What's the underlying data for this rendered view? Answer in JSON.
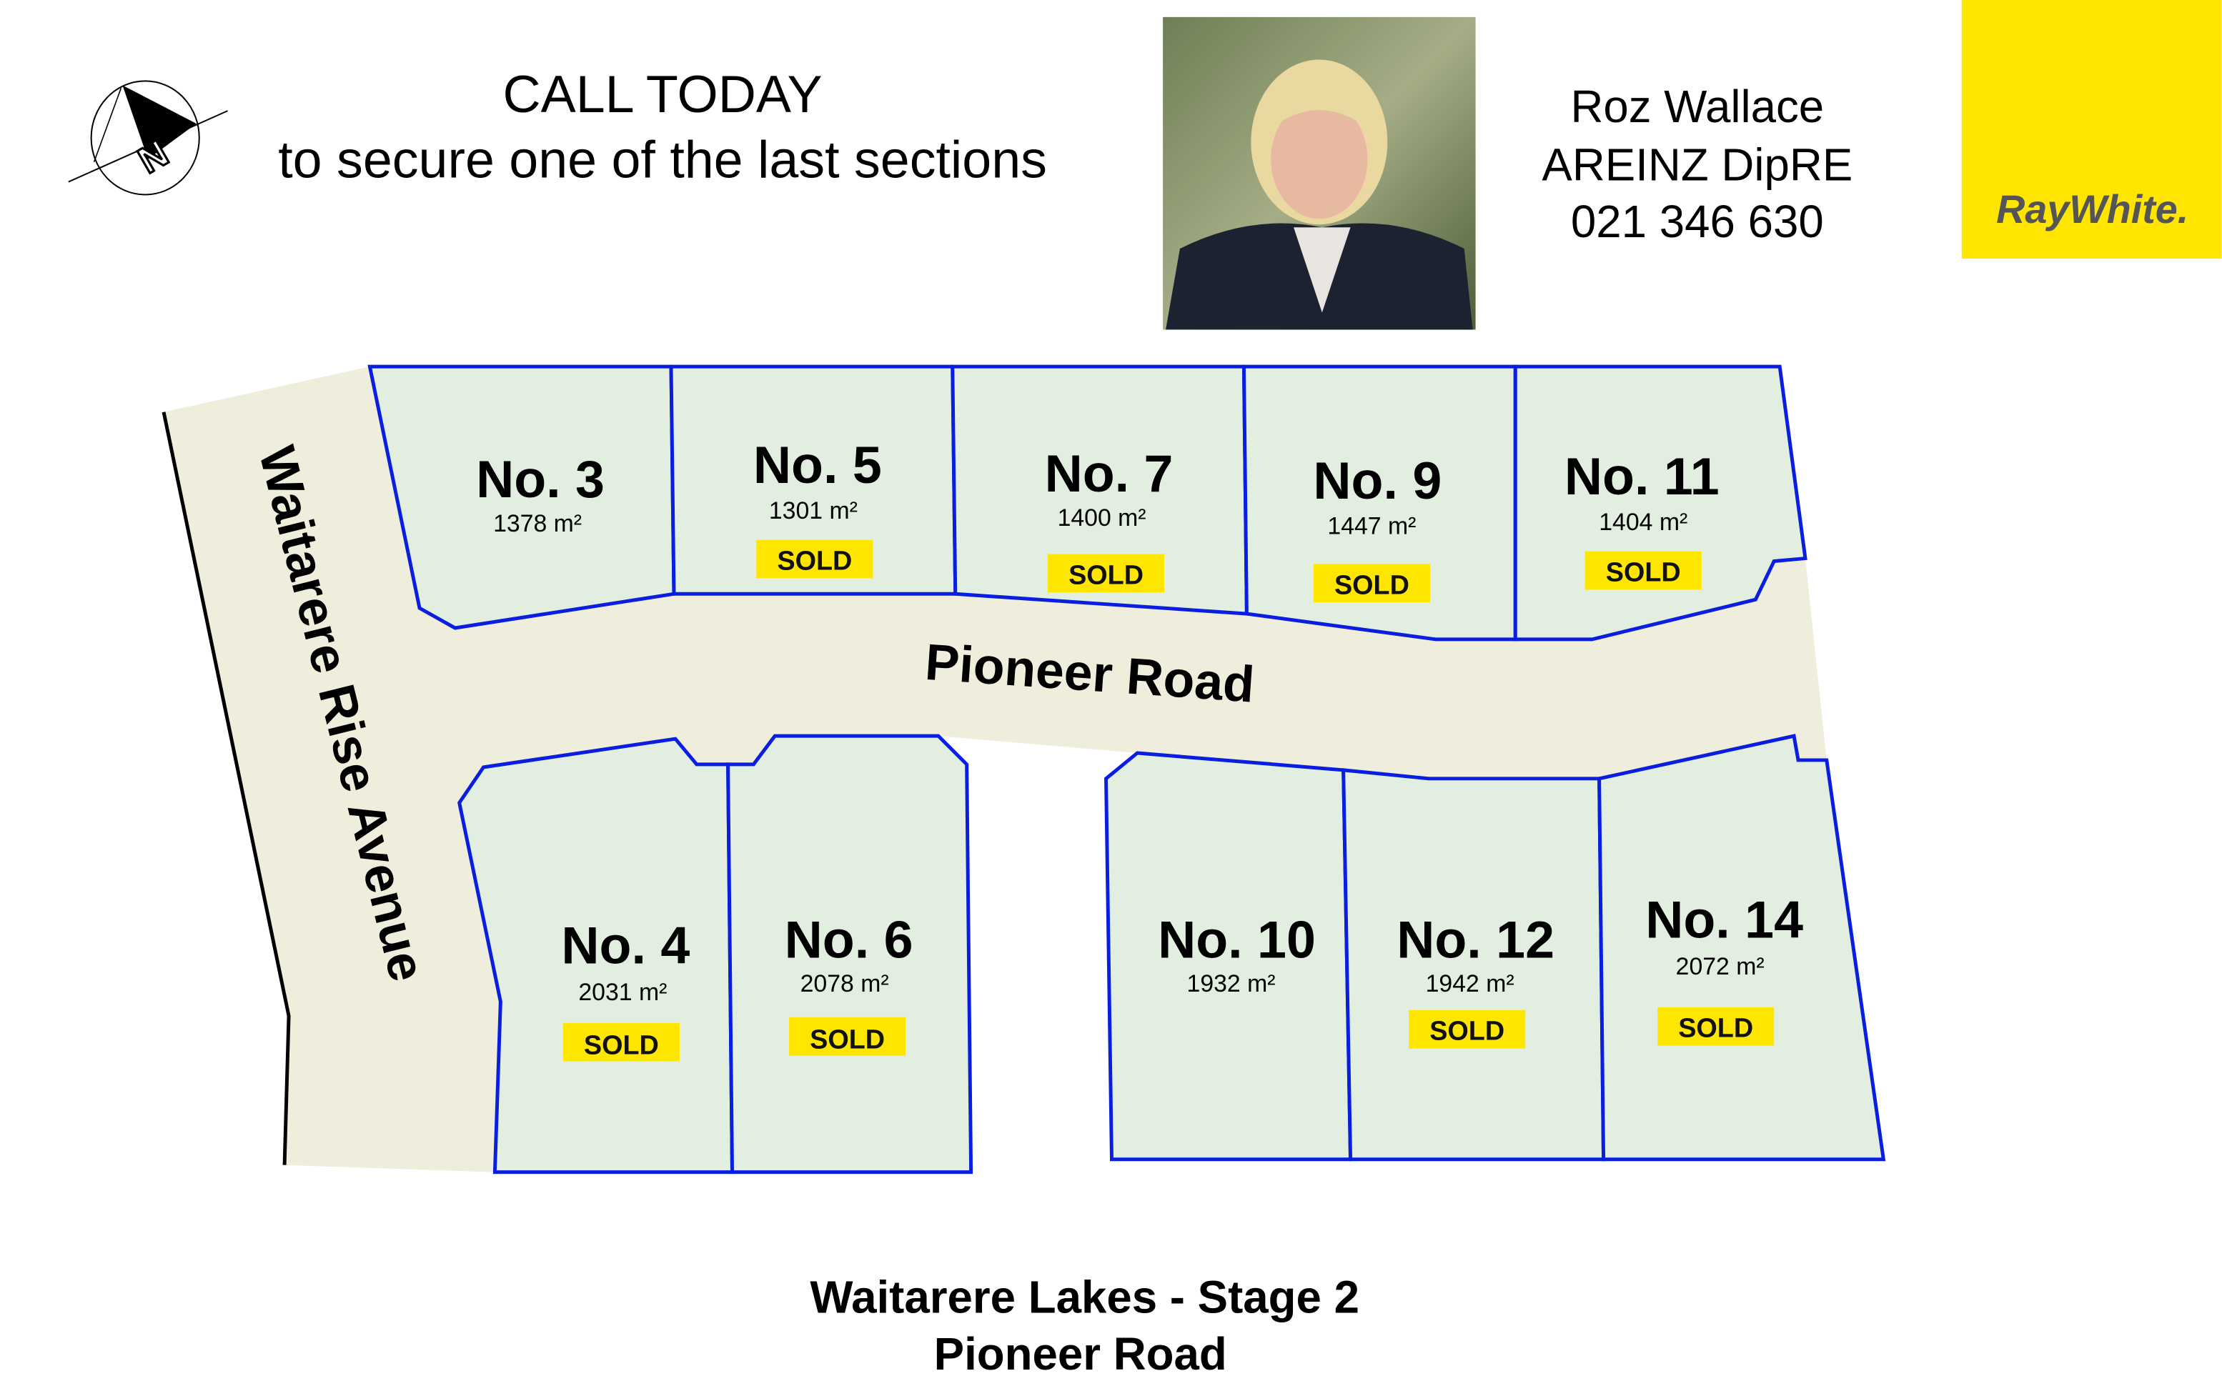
{
  "header": {
    "line1": "CALL TODAY",
    "line2": "to secure one of the last sections",
    "compass_label": "N"
  },
  "agent": {
    "name": "Roz Wallace",
    "credentials": "AREINZ  DipRE",
    "phone": "021 346 630"
  },
  "brand": {
    "logo_text": "RayWhite.",
    "color": "#ffe500"
  },
  "roads": {
    "pioneer": "Pioneer Road",
    "waitarere": "Waitarere Rise Avenue"
  },
  "lots": [
    {
      "label": "No. 3",
      "area": "1378 m²",
      "status": ""
    },
    {
      "label": "No. 5",
      "area": "1301 m²",
      "status": "SOLD"
    },
    {
      "label": "No. 7",
      "area": "1400 m²",
      "status": "SOLD"
    },
    {
      "label": "No. 9",
      "area": "1447 m²",
      "status": "SOLD"
    },
    {
      "label": "No. 11",
      "area": "1404 m²",
      "status": "SOLD"
    },
    {
      "label": "No. 4",
      "area": "2031 m²",
      "status": "SOLD"
    },
    {
      "label": "No. 6",
      "area": "2078 m²",
      "status": "SOLD"
    },
    {
      "label": "No. 10",
      "area": "1932 m²",
      "status": ""
    },
    {
      "label": "No. 12",
      "area": "1942 m²",
      "status": "SOLD"
    },
    {
      "label": "No. 14",
      "area": "2072 m²",
      "status": "SOLD"
    }
  ],
  "footer": {
    "line1": "Waitarere Lakes - Stage 2",
    "line2": "Pioneer Road"
  },
  "colors": {
    "lot_fill": "#e2eedf",
    "lot_border": "#0a1ee0",
    "road_fill": "#efeddc",
    "sold_badge": "#ffe600"
  }
}
